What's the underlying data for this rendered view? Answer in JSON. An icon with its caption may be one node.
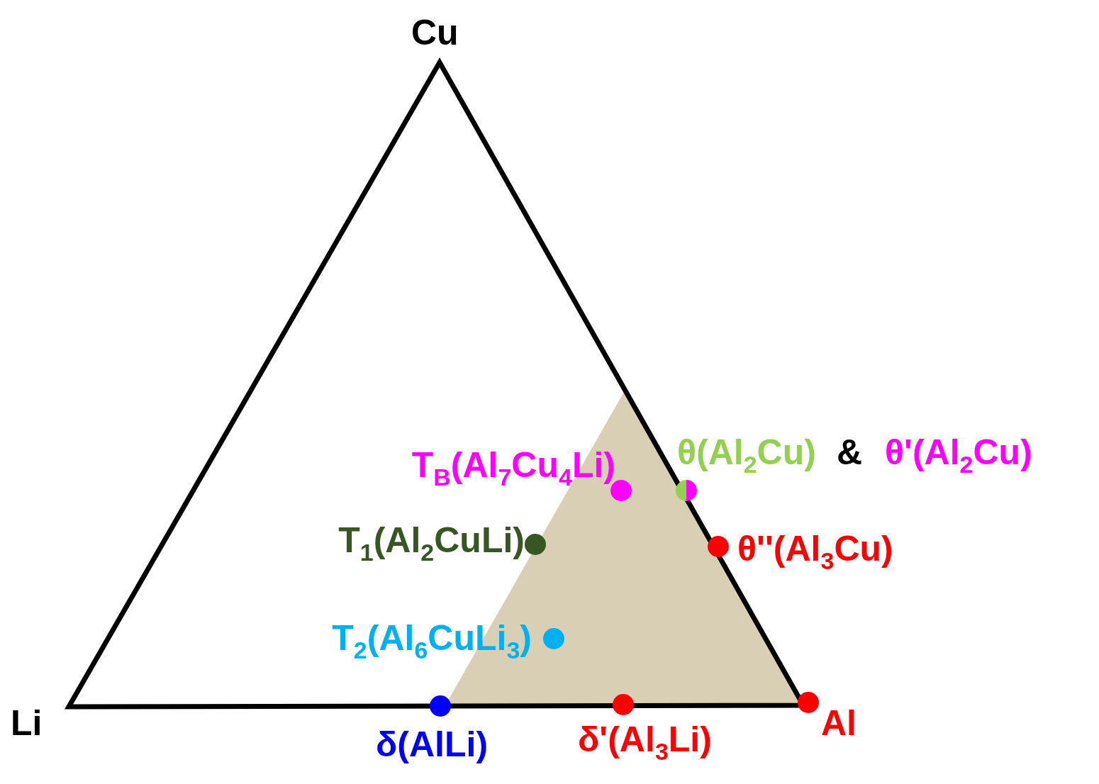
{
  "diagram": {
    "nodes": [
      {
        "text": [],
        "shape": "circle",
        "beside": [
          "T$_{B}$(Al$_{7}$Cu$_{4}$Li)"
        ]
      },
      {
        "text": [],
        "shape": "circle",
        "beside": [
          "θ(Al$_{2}$Cu)",
          "&",
          "θ'(Al$_{2}$Cu)"
        ]
      },
      {
        "text": [],
        "shape": "circle",
        "beside": [
          "T$_{1}$(Al$_{2}$CuLi)"
        ]
      },
      {
        "text": [],
        "shape": "circle",
        "beside": [
          "θ''(Al$_{3}$Cu)"
        ]
      },
      {
        "text": [],
        "shape": "circle",
        "beside": [
          "T$_{2}$(Al$_{6}$CuLi$_{3}$)"
        ]
      },
      {
        "text": [],
        "shape": "circle",
        "beside": [
          "δ(AlLi)"
        ]
      },
      {
        "text": [],
        "shape": "circle",
        "beside": [
          "δ'(Al$_{3}$Li)"
        ]
      },
      {
        "text": [],
        "shape": "circle",
        "beside": [
          "Al"
        ]
      }
    ],
    "edges": [],
    "labels": [
      "Cu",
      "Li"
    ]
  }
}
